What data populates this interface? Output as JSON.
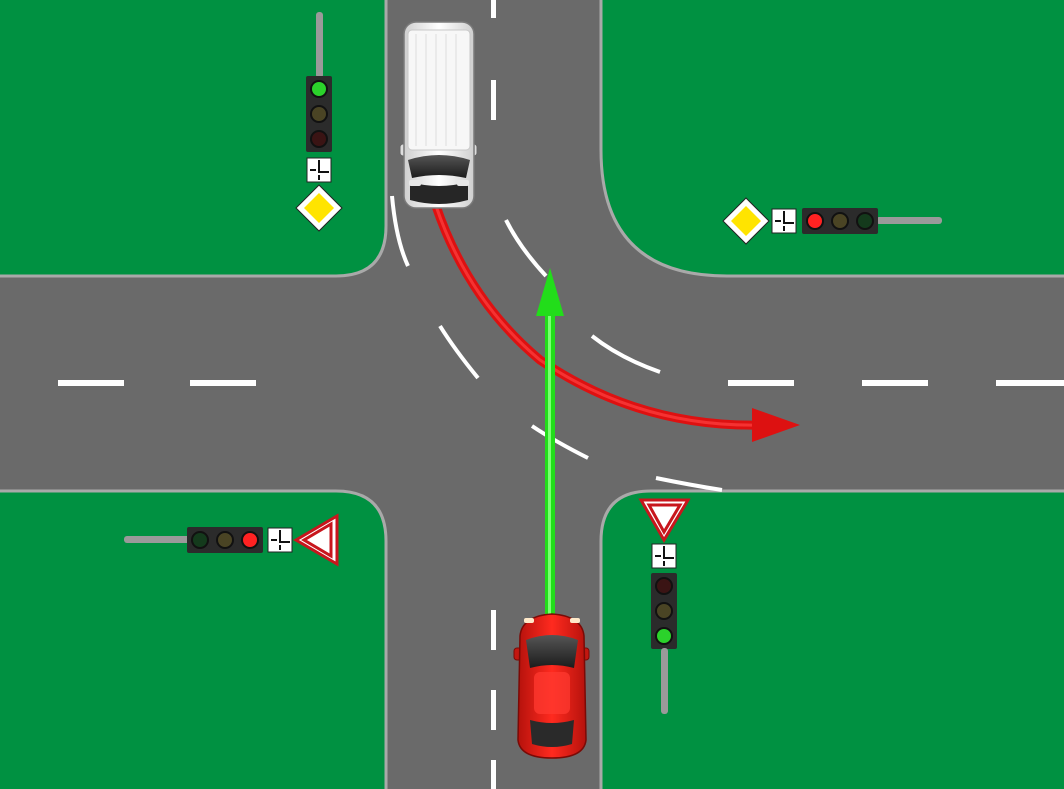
{
  "scene": {
    "kind": "road-intersection",
    "roads": [
      "north",
      "south",
      "east",
      "west"
    ],
    "priority_road_shape": "north-to-east",
    "colors": {
      "grass": "#009141",
      "asphalt": "#6a6a6a",
      "curb": "#a9a9a9",
      "marking": "#ffffff",
      "red_car": "#e2231a",
      "white_van": "#f2f2f2",
      "path_straight": "#22dd1a",
      "path_turn": "#dd1111"
    }
  },
  "signals": {
    "north_west": {
      "lit": "green",
      "sign": "priority-road",
      "plate": "priority-road-shape"
    },
    "north_east": {
      "lit": "red",
      "sign": "priority-road",
      "plate": "priority-road-shape"
    },
    "south_west": {
      "lit": "red",
      "sign": "yield",
      "plate": "priority-road-shape"
    },
    "south_east": {
      "lit": "green",
      "sign": "yield",
      "plate": "priority-road-shape"
    }
  },
  "vehicles": [
    {
      "name": "red-car",
      "color": "red",
      "approach": "south",
      "maneuver": "straight"
    },
    {
      "name": "white-van",
      "color": "white",
      "approach": "north",
      "maneuver": "left-turn"
    }
  ],
  "paths": [
    {
      "name": "straight-path-arrow",
      "color": "green"
    },
    {
      "name": "turn-path-arrow",
      "color": "red"
    }
  ]
}
